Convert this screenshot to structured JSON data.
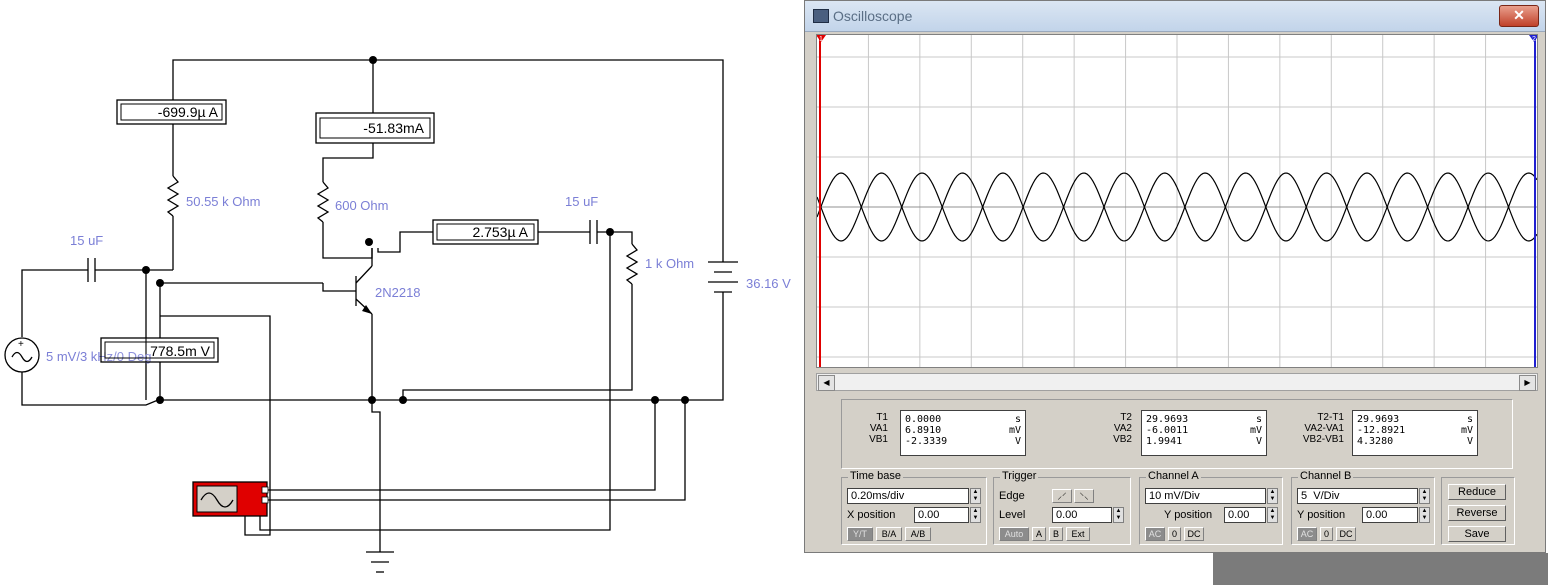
{
  "circuit": {
    "ammeters": {
      "base_bias": "-699.9µ A",
      "collector": "-51.83mA",
      "output": "2.753µ A"
    },
    "voltmeter": "778.5m V",
    "labels": {
      "base_resistor": "50.55 k Ohm",
      "collector_resistor": "600  Ohm",
      "input_cap": "15 uF",
      "output_cap": "15 uF",
      "load_resistor": "1 k Ohm",
      "transistor": "2N2218",
      "supply": "36.16 V",
      "source": "5 mV/3 kHz/0 Deg"
    }
  },
  "scope": {
    "title": "Oscilloscope",
    "close_glyph": "✕",
    "markers": {
      "t1": "1",
      "t2": "2"
    },
    "readout": {
      "t1": {
        "label": "T1",
        "time": "0.0000",
        "time_unit": "s",
        "va_label": "VA1",
        "va": "6.8910",
        "va_unit": "mV",
        "vb_label": "VB1",
        "vb": "-2.3339",
        "vb_unit": "V"
      },
      "t2": {
        "label": "T2",
        "time": "29.9693",
        "time_unit": "s",
        "va_label": "VA2",
        "va": "-6.0011",
        "va_unit": "mV",
        "vb_label": "VB2",
        "vb": "1.9941",
        "vb_unit": "V"
      },
      "diff": {
        "label": "T2-T1",
        "time": "29.9693",
        "time_unit": "s",
        "va_label": "VA2-VA1",
        "va": "-12.8921",
        "va_unit": "mV",
        "vb_label": "VB2-VB1",
        "vb": "4.3280",
        "vb_unit": "V"
      }
    },
    "timebase": {
      "title": "Time base",
      "value": "0.20ms/div",
      "xpos_label": "X position",
      "xpos": "0.00",
      "modes": [
        "Y/T",
        "B/A",
        "A/B"
      ],
      "active_mode": "Y/T"
    },
    "trigger": {
      "title": "Trigger",
      "edge_label": "Edge",
      "level_label": "Level",
      "level": "0.00",
      "sources": [
        "Auto",
        "A",
        "B",
        "Ext"
      ],
      "active_source": "Auto"
    },
    "channel_a": {
      "title": "Channel A",
      "value": "10 mV/Div",
      "ypos_label": "Y position",
      "ypos": "0.00",
      "coupling": [
        "AC",
        "0",
        "DC"
      ],
      "active": "AC"
    },
    "channel_b": {
      "title": "Channel B",
      "value": "5  V/Div",
      "ypos_label": "Y position",
      "ypos": "0.00",
      "coupling": [
        "AC",
        "0",
        "DC"
      ],
      "active": "AC"
    },
    "buttons": {
      "reduce": "Reduce",
      "reverse": "Reverse",
      "save": "Save"
    },
    "waveform": {
      "cycles": 8.9,
      "amplitude_div": 0.68
    }
  },
  "colors": {
    "label_blue": "#7b7fd6",
    "scope_red": "#e00000",
    "cursor_blue": "#2020d0"
  }
}
